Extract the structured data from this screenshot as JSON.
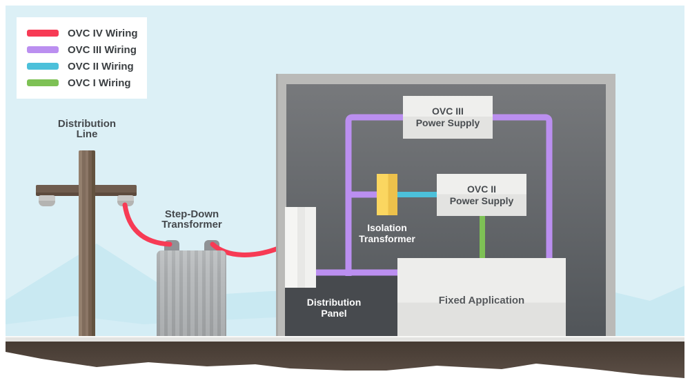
{
  "legend": {
    "items": [
      {
        "label": "OVC IV Wiring",
        "color": "#f73b55"
      },
      {
        "label": "OVC III Wiring",
        "color": "#bb8ff0"
      },
      {
        "label": "OVC II Wiring",
        "color": "#4cc0da"
      },
      {
        "label": "OVC I Wiring",
        "color": "#7ec155"
      }
    ]
  },
  "colors": {
    "ovc4": "#f73b55",
    "ovc3": "#bb8ff0",
    "ovc2": "#4cc0da",
    "ovc1": "#7ec155"
  },
  "outdoor": {
    "distribution_line": {
      "line1": "Distribution",
      "line2": "Line"
    },
    "step_down": {
      "line1": "Step-Down",
      "line2": "Transformer"
    }
  },
  "building": {
    "ovc3_supply": {
      "line1": "OVC III",
      "line2": "Power Supply"
    },
    "ovc2_supply": {
      "line1": "OVC II",
      "line2": "Power Supply"
    },
    "isolation": {
      "line1": "Isolation",
      "line2": "Transformer"
    },
    "dist_panel": {
      "line1": "Distribution",
      "line2": "Panel"
    },
    "fixed_app": {
      "label": "Fixed Application"
    }
  }
}
